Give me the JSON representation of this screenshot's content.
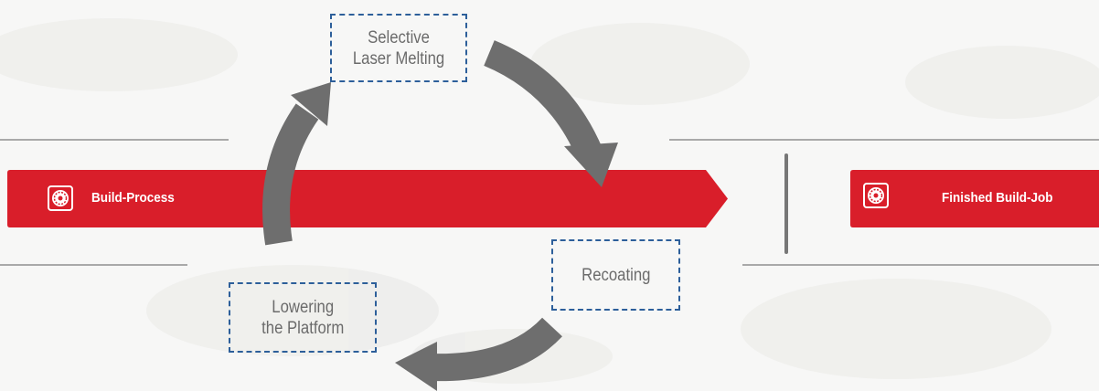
{
  "colors": {
    "banner_red": "#d91e2a",
    "arrow_gray": "#6e6e6e",
    "box_border_blue": "#2d5f9a",
    "step_text": "#6b6b6b",
    "line_gray": "#a9a9a9"
  },
  "banners": {
    "build_process": {
      "label": "Build-Process",
      "icon": "build-plate-icon"
    },
    "finished_job": {
      "label": "Finished Build-Job",
      "icon": "build-plate-icon"
    }
  },
  "cycle_steps": {
    "selective_laser_melting": "Selective\nLaser Melting",
    "recoating": "Recoating",
    "lowering_platform": "Lowering\nthe Platform"
  }
}
